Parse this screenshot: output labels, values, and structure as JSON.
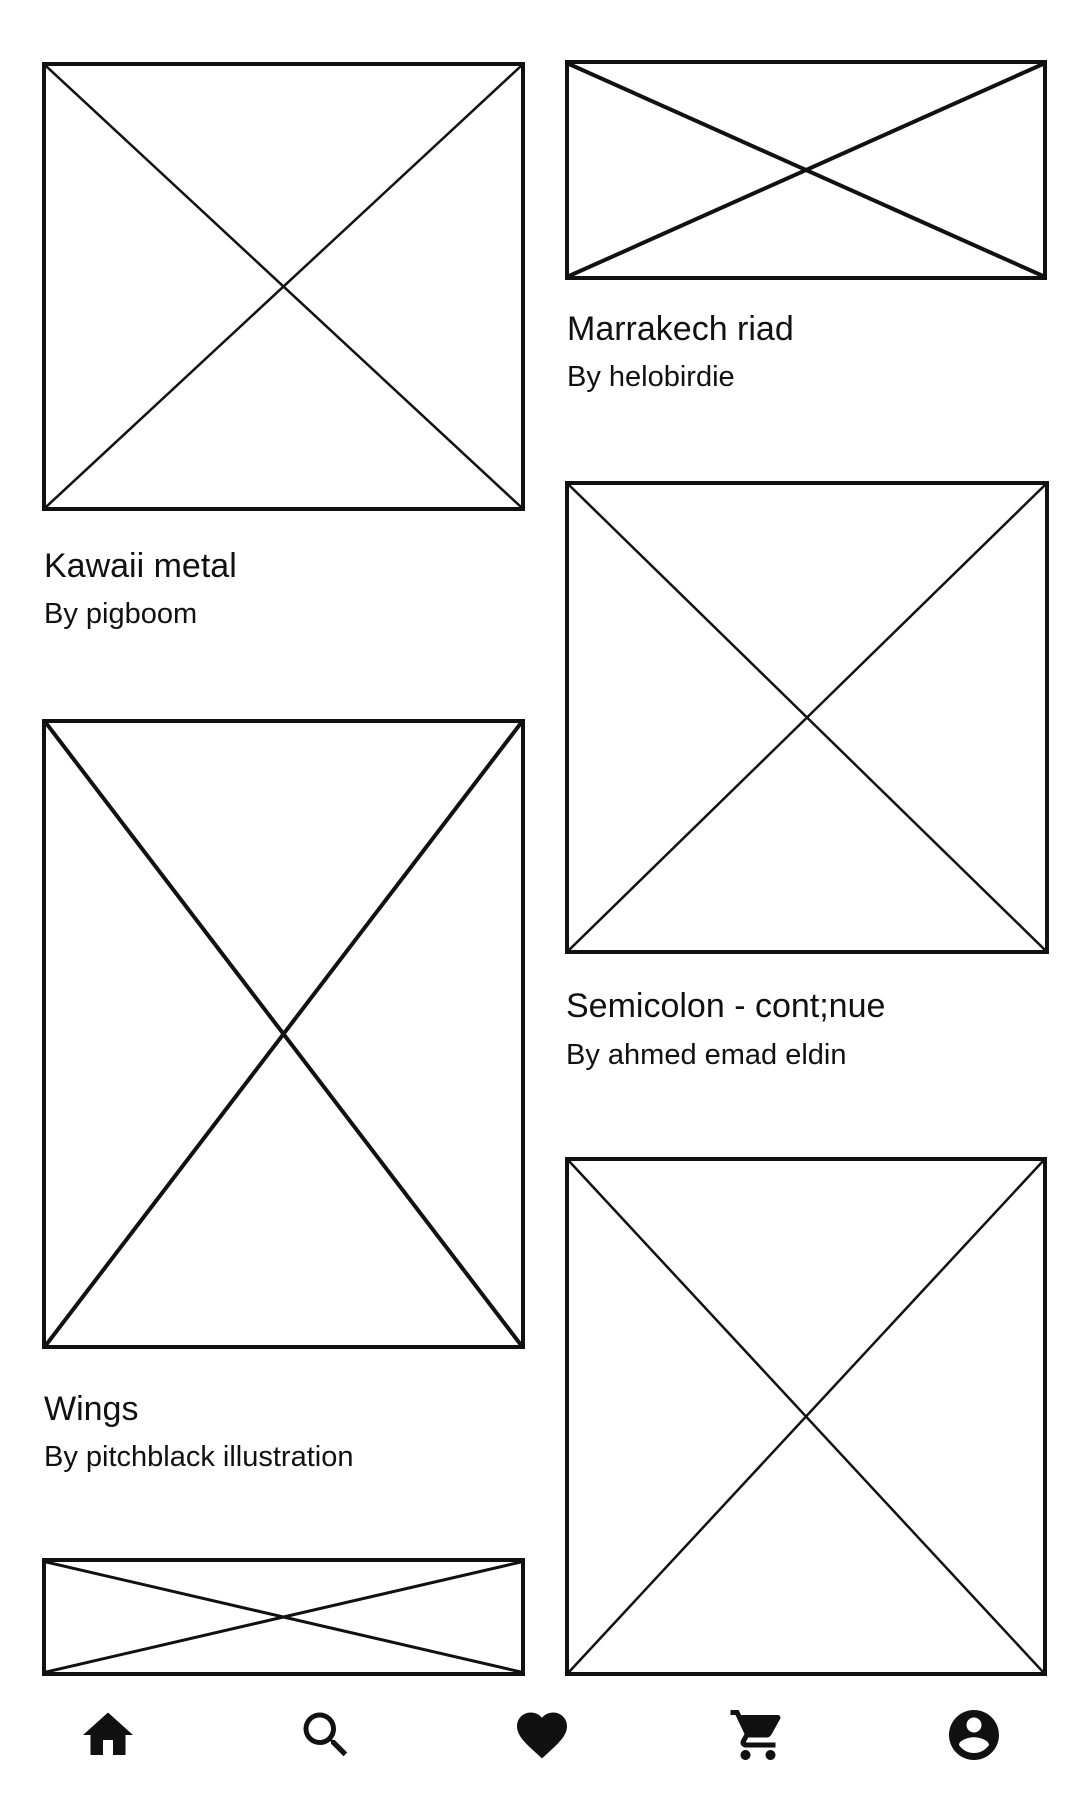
{
  "feed": {
    "items": [
      {
        "title": "Kawaii metal",
        "author": "By pigboom"
      },
      {
        "title": "Marrakech riad",
        "author": "By helobirdie"
      },
      {
        "title": "Semicolon - cont;nue",
        "author": "By ahmed emad eldin"
      },
      {
        "title": "Wings",
        "author": "By pitchblack illustration"
      }
    ]
  },
  "nav": {
    "items": [
      {
        "icon": "home-icon"
      },
      {
        "icon": "search-icon"
      },
      {
        "icon": "heart-icon"
      },
      {
        "icon": "cart-icon"
      },
      {
        "icon": "account-icon"
      }
    ]
  },
  "colors": {
    "ink": "#111111",
    "background": "#ffffff"
  }
}
